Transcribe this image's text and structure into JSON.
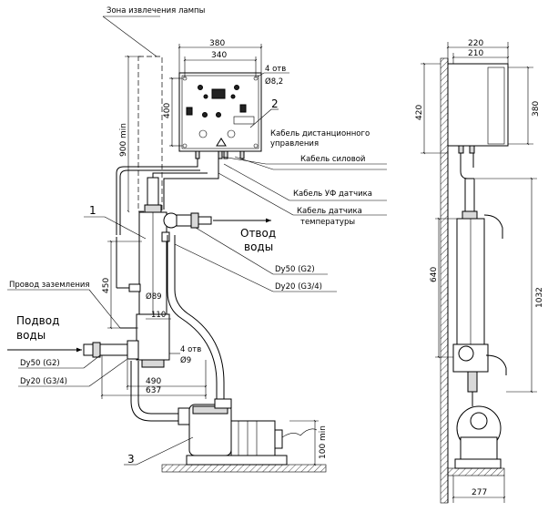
{
  "labels": {
    "lamp_zone": "Зона извлечения лампы",
    "remote_cable": "Кабель дистанционного управления",
    "remote_cable_l1": "Кабель дистанционного",
    "remote_cable_l2": "управления",
    "power_cable": "Кабель силовой",
    "uv_sensor_cable": "Кабель УФ датчика",
    "temp_sensor_cable_l1": "Кабель датчика",
    "temp_sensor_cable_l2": "температуры",
    "water_outlet_l1": "Отвод",
    "water_outlet_l2": "воды",
    "water_inlet_l1": "Подвод",
    "water_inlet_l2": "воды",
    "ground_wire": "Провод заземления",
    "dy50_outlet": "Dy50 (G2)",
    "dy20_outlet": "Dy20 (G3/4)",
    "dy50_inlet": "Dy50 (G2)",
    "dy20_inlet": "Dy20 (G3/4)",
    "holes_box_l1": "4 отв",
    "holes_box_l2": "Ø8,2",
    "holes_base_l1": "4 отв",
    "holes_base_l2": "Ø9"
  },
  "callouts": [
    "1",
    "2",
    "3"
  ],
  "dimensions": {
    "box_width_outer": "380",
    "box_width_holes": "340",
    "box_height": "400",
    "lamp_zone_min": "900 min",
    "reactor_height": "450",
    "reactor_diameter": "Ø89",
    "bracket_width": "110",
    "base_490": "490",
    "base_637": "637",
    "pump_height_min": "100 min",
    "side_220": "220",
    "side_210": "210",
    "side_420": "420",
    "side_380": "380",
    "side_640": "640",
    "side_1032": "1032",
    "side_277": "277"
  }
}
